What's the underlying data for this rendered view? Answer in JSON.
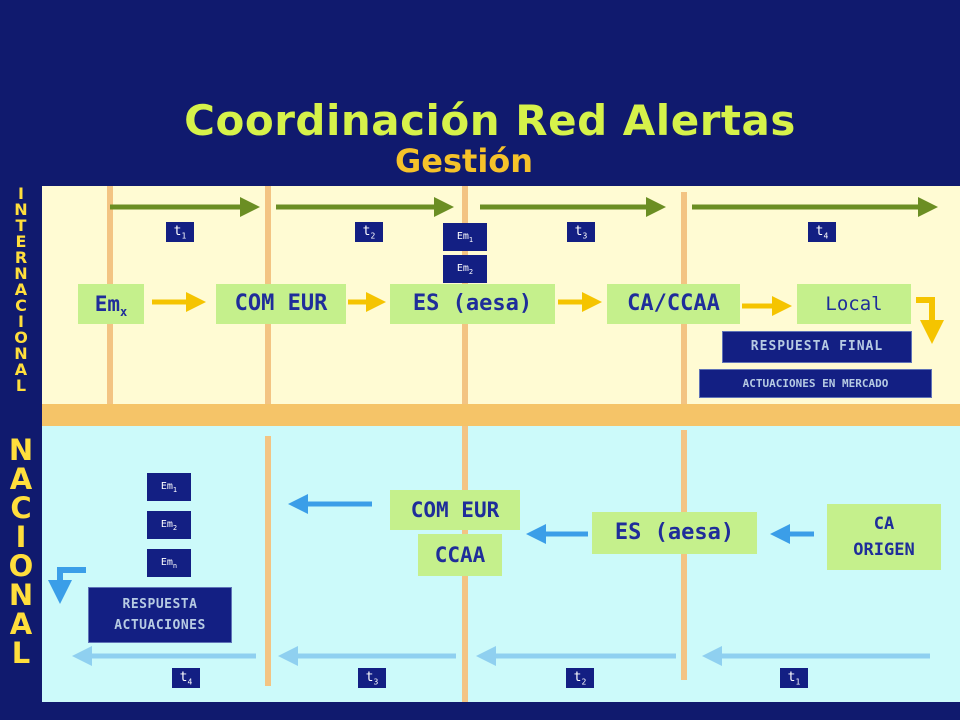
{
  "title": "Coordinación Red Alertas",
  "subtitle": "Gestión",
  "side_labels": {
    "international": "INTERNACIONAL",
    "national": "NACIONAL"
  },
  "international": {
    "t_labels": [
      {
        "base": "t",
        "sub": "1"
      },
      {
        "base": "t",
        "sub": "2"
      },
      {
        "base": "t",
        "sub": "3"
      },
      {
        "base": "t",
        "sub": "4"
      }
    ],
    "em_boxes": [
      {
        "base": "Em",
        "sub": "1"
      },
      {
        "base": "Em",
        "sub": "2"
      }
    ],
    "nodes": {
      "emx": {
        "base": "Em",
        "sub": "x"
      },
      "com_eur": "COM EUR",
      "es_aesa": "ES (aesa)",
      "ca_ccaa": "CA/CCAA",
      "local": "Local"
    },
    "respuesta_final": "RESPUESTA FINAL",
    "actuaciones_mercado": "ACTUACIONES EN MERCADO"
  },
  "national": {
    "em_boxes": [
      {
        "base": "Em",
        "sub": "1"
      },
      {
        "base": "Em",
        "sub": "2"
      },
      {
        "base": "Em",
        "sub": "n"
      }
    ],
    "nodes": {
      "com_eur": "COM EUR",
      "ccaa": "CCAA",
      "es_aesa": "ES (aesa)",
      "ca_origen_line1": "CA",
      "ca_origen_line2": "ORIGEN"
    },
    "respuesta_line1": "RESPUESTA",
    "respuesta_line2": "ACTUACIONES",
    "t_labels": [
      {
        "base": "t",
        "sub": "4"
      },
      {
        "base": "t",
        "sub": "3"
      },
      {
        "base": "t",
        "sub": "2"
      },
      {
        "base": "t",
        "sub": "1"
      }
    ]
  },
  "colors": {
    "background": "#101a6e",
    "title": "#d6f24a",
    "subtitle": "#f5c22a",
    "top_panel": "#fffbd3",
    "bottom_panel": "#ccfafa",
    "node": "#c5f08c",
    "green_arrow": "#6b8e23",
    "yellow_arrow": "#f5c400",
    "blue_arrow": "#3b9ee8",
    "light_blue_arrow": "#8fd0f0"
  }
}
